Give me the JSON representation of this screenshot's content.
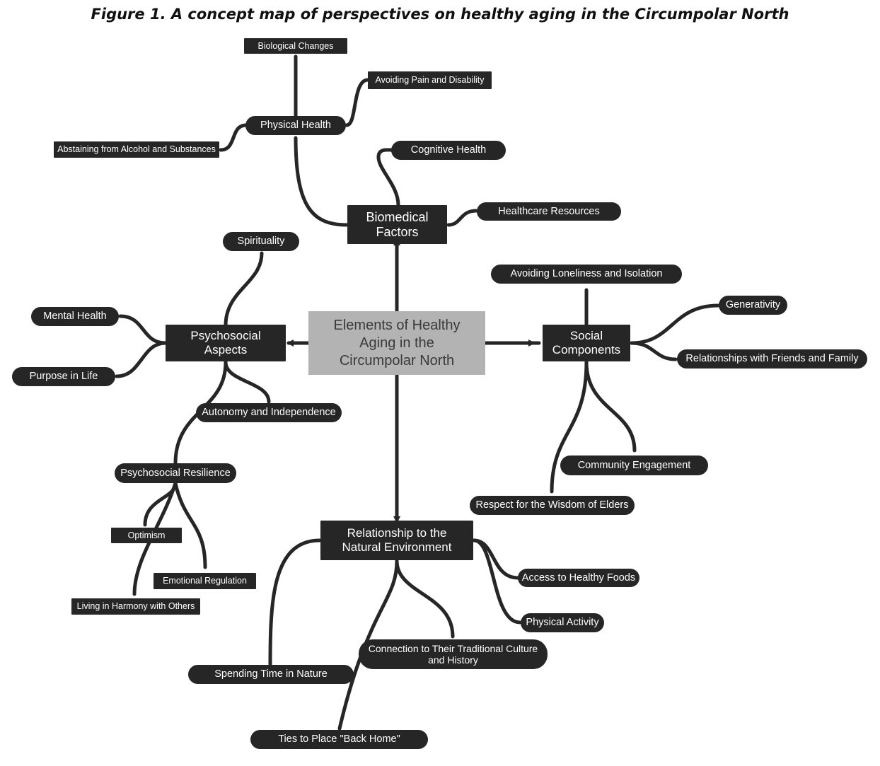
{
  "title": "Figure 1.  A concept map of perspectives on healthy aging in the Circumpolar North",
  "colors": {
    "node": "#262626",
    "center": "#b3b3b3",
    "center_text": "#3a3a3a",
    "line": "#262626"
  },
  "center": "Elements of Healthy Aging in the Circumpolar North",
  "main": {
    "biomedical": "Biomedical Factors",
    "psychosocial": "Psychosocial Aspects",
    "social": "Social Components",
    "natural": "Relationship to the Natural Environment"
  },
  "nodes": {
    "biological_changes": "Biological Changes",
    "avoiding_pain": "Avoiding Pain and Disability",
    "physical_health": "Physical Health",
    "abstaining": "Abstaining from Alcohol and Substances",
    "cognitive_health": "Cognitive Health",
    "healthcare_resources": "Healthcare Resources",
    "spirituality": "Spirituality",
    "mental_health": "Mental Health",
    "purpose_in_life": "Purpose in Life",
    "autonomy": "Autonomy and Independence",
    "psychosocial_resilience": "Psychosocial Resilience",
    "optimism": "Optimism",
    "emotional_regulation": "Emotional Regulation",
    "living_harmony": "Living in Harmony with Others",
    "avoiding_loneliness": "Avoiding Loneliness and Isolation",
    "generativity": "Generativity",
    "relationships_friends": "Relationships with Friends and Family",
    "community_engagement": "Community Engagement",
    "respect_elders": "Respect for the Wisdom of Elders",
    "access_foods": "Access to Healthy Foods",
    "physical_activity": "Physical Activity",
    "connection_culture": "Connection to Their Traditional Culture and History",
    "spending_time_nature": "Spending Time in Nature",
    "ties_to_place": "Ties to Place \"Back Home\""
  }
}
